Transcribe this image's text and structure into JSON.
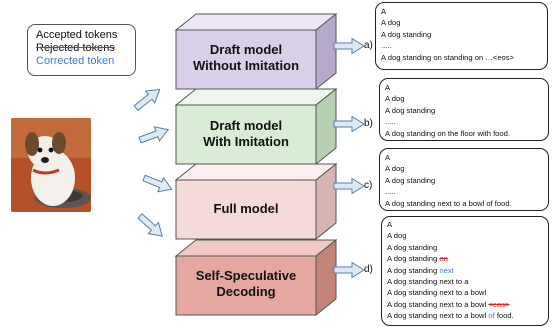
{
  "legend": {
    "accepted": "Accepted tokens",
    "rejected": "Rejected tokens",
    "corrected": "Corrected token"
  },
  "photo": {
    "subject": "dog-with-food-bowl"
  },
  "models": [
    {
      "line1": "Draft model",
      "line2": "Without Imitation",
      "step": "a)"
    },
    {
      "line1": "Draft model",
      "line2": "With Imitation",
      "step": "b)"
    },
    {
      "line1": "Full model",
      "step": "c)"
    },
    {
      "line1": "Self-Speculative",
      "line2": "Decoding",
      "step": "d)"
    }
  ],
  "outputs": {
    "a": [
      "A",
      "A dog",
      "A dog standing",
      ".....",
      "A dog standing on standing on …<eos>"
    ],
    "b": [
      "A",
      "A dog",
      "A dog standing",
      ".....",
      "A dog standing on the floor with food."
    ],
    "c": [
      "A",
      "A dog",
      "A dog standing",
      ".....",
      "A dog standing next to a bowl of food."
    ],
    "d": {
      "l1": "A",
      "l2": "A dog",
      "l3": "A dog standing",
      "l4a": "A dog standing",
      "l4b": "on",
      "l5a": "A dog standing",
      "l5b": "next",
      "l6": "A dog standing next to a",
      "l7": "A dog standing next to a bowl",
      "l8a": "A dog standing next to a bowl",
      "l8b": "<eos>",
      "l9a": "A dog standing next to a bowl",
      "l9b": "of",
      "l9c": "food."
    }
  },
  "colors": {
    "box1": "#d9cfe8",
    "box2": "#d9ecd6",
    "box3": "#f6dada",
    "box4": "#e4a8a0",
    "arrow_fill": "#dde9f5",
    "arrow_stroke": "#5a7fa6"
  }
}
